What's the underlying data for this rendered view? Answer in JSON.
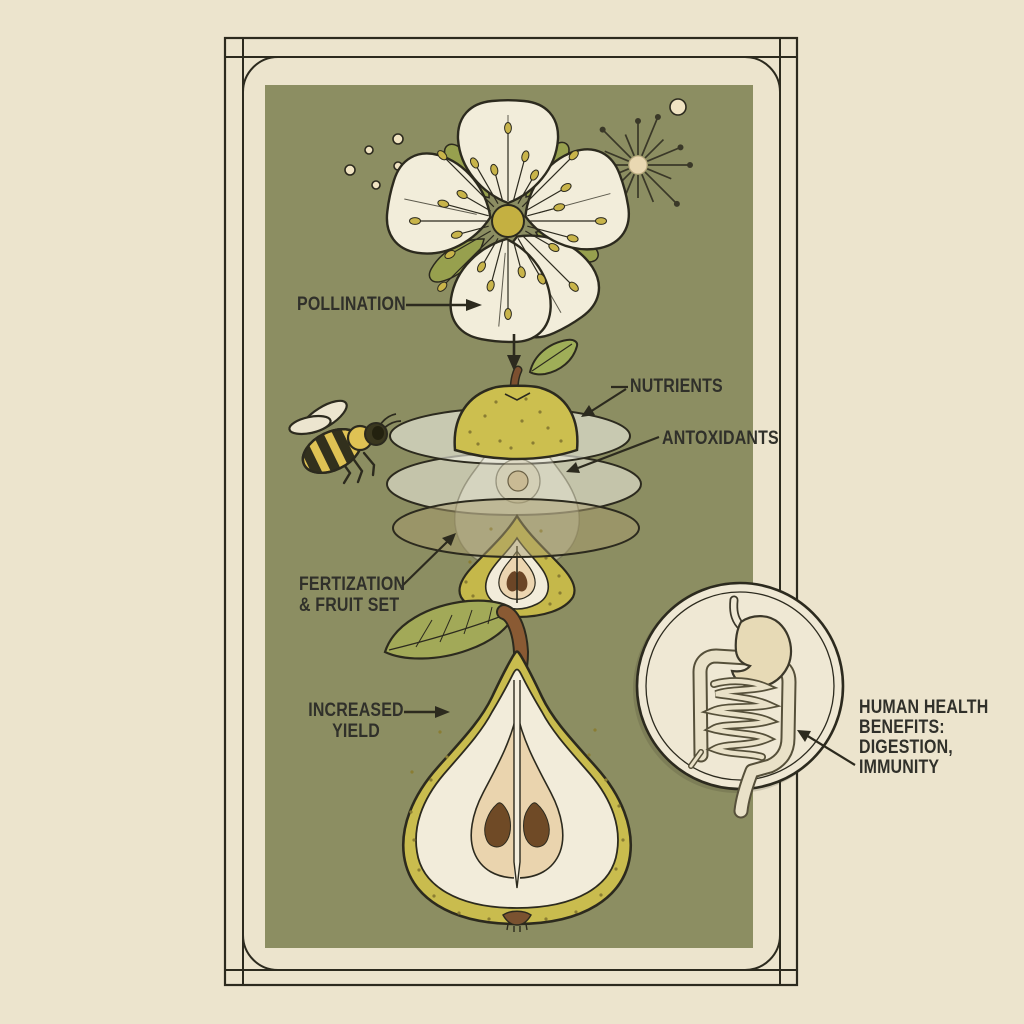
{
  "poster": {
    "theme": "pear pollination and fruit development infographic",
    "labels": {
      "pollination": "POLLINATION",
      "nutrients": "NUTRIENTS",
      "antioxidants": "ANTOXIDANTS",
      "fertilization": [
        "FERTIZATION",
        "& FRUIT SET"
      ],
      "increased_yield": [
        "INCREASED",
        "YIELD"
      ],
      "human_health": [
        "HUMAN HEALTH",
        "BENEFITS:",
        "DIGESTION,",
        "IMMUNITY"
      ]
    },
    "icons": {
      "flower": "pear-blossom-icon",
      "pollen": "pollen-burst-icon",
      "bee": "honeybee-icon",
      "young_fruit": "pear-top-with-leaf-icon",
      "cross_sections": "translucent-slice-discs-icon",
      "fertilized_fruit": "small-pear-cross-section-icon",
      "mature_fruit": "pear-half-cross-section-icon",
      "digestion": "digestive-system-circle-icon"
    },
    "colors": {
      "background": "#ece4cd",
      "panel": "#8c8e62",
      "ink": "#2c2a1e",
      "text": "#30302a",
      "petal": "#f2edda",
      "flower_center": "#c4b041",
      "anther": "#c8b44a",
      "pear_skin": "#c9bc4e",
      "flesh": "#f2ecda",
      "core": "#ead4ae",
      "seed": "#6b4526",
      "stem": "#8a5a33",
      "leaf": "#a2a958",
      "bee_yellow": "#dfc254",
      "wing": "#ece5cf",
      "circle_fill": "#efe8d4",
      "stomach_fill": "#e7dab6"
    }
  }
}
